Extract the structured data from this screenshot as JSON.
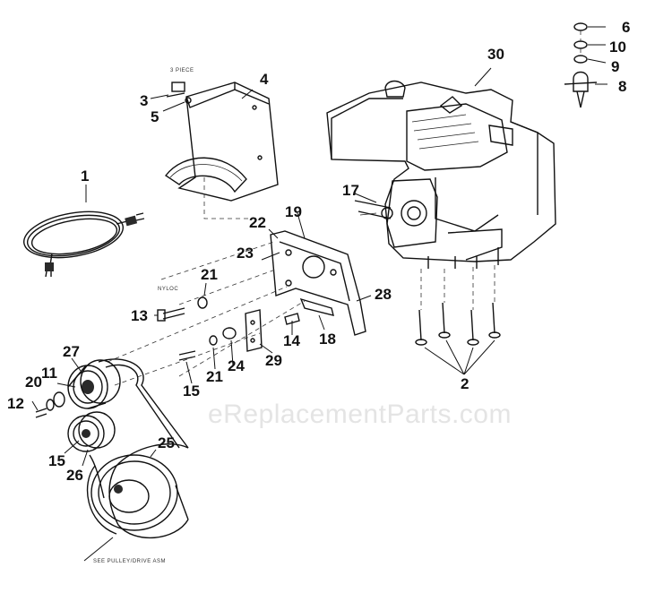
{
  "watermark": "eReplacementParts.com",
  "notes": {
    "pulley_assembly": "SEE PULLEY/DRIVE ASM",
    "pin_label": "3 PIECE",
    "bolt_label": "NYLOC"
  },
  "callouts": [
    {
      "id": "c1",
      "text": "1"
    },
    {
      "id": "c2",
      "text": "2"
    },
    {
      "id": "c3",
      "text": "3"
    },
    {
      "id": "c4",
      "text": "4"
    },
    {
      "id": "c5",
      "text": "5"
    },
    {
      "id": "c6",
      "text": "6"
    },
    {
      "id": "c8",
      "text": "8"
    },
    {
      "id": "c9",
      "text": "9"
    },
    {
      "id": "c10",
      "text": "10"
    },
    {
      "id": "c11",
      "text": "11"
    },
    {
      "id": "c12",
      "text": "12"
    },
    {
      "id": "c13",
      "text": "13"
    },
    {
      "id": "c14",
      "text": "14"
    },
    {
      "id": "c15a",
      "text": "15"
    },
    {
      "id": "c15b",
      "text": "15"
    },
    {
      "id": "c17",
      "text": "17"
    },
    {
      "id": "c18",
      "text": "18"
    },
    {
      "id": "c19",
      "text": "19"
    },
    {
      "id": "c20",
      "text": "20"
    },
    {
      "id": "c21a",
      "text": "21"
    },
    {
      "id": "c21b",
      "text": "21"
    },
    {
      "id": "c22",
      "text": "22"
    },
    {
      "id": "c23",
      "text": "23"
    },
    {
      "id": "c24",
      "text": "24"
    },
    {
      "id": "c25",
      "text": "25"
    },
    {
      "id": "c26",
      "text": "26"
    },
    {
      "id": "c27",
      "text": "27"
    },
    {
      "id": "c28",
      "text": "28"
    },
    {
      "id": "c29",
      "text": "29"
    },
    {
      "id": "c30",
      "text": "30"
    }
  ]
}
